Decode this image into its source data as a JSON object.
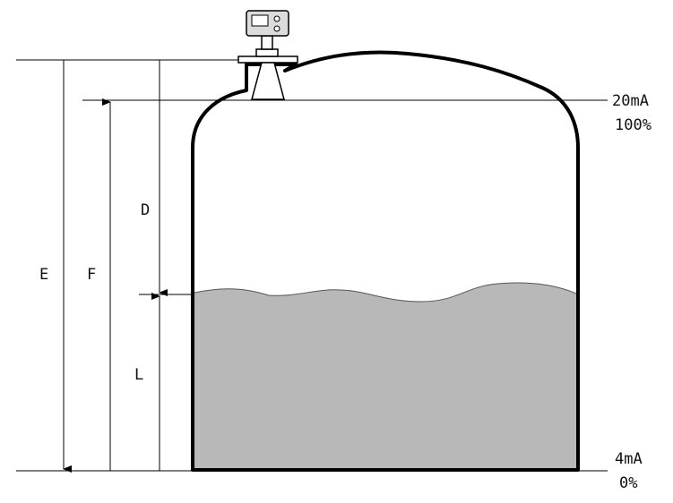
{
  "labels": {
    "e": "E",
    "f": "F",
    "d": "D",
    "l": "L",
    "top_current": "20mA",
    "top_percent": "100%",
    "bottom_current": "4mA",
    "bottom_percent": "0%"
  },
  "colors": {
    "line": "#000000",
    "liquid": "#b8b8b8",
    "sensor_body": "#dcdcdc"
  },
  "icons": {
    "sensor": "radar-level-transmitter-icon"
  }
}
